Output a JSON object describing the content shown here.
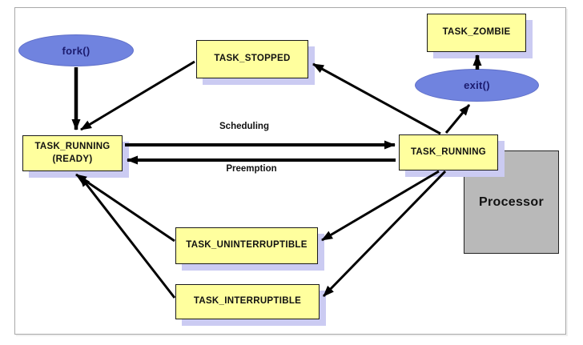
{
  "colors": {
    "state_box_fill": "#ffff9e",
    "state_box_border": "#1a1a1a",
    "shadow": "#cbcbf2",
    "ellipse_fill": "#7083df",
    "ellipse_text": "#1b1b6e",
    "processor_fill": "#b9b9b9",
    "arrow": "#000000",
    "frame_border": "#a9a9a9"
  },
  "diagram": {
    "nodes": {
      "fork": {
        "label": "fork()",
        "shape": "ellipse"
      },
      "task_stopped": {
        "label": "TASK_STOPPED",
        "shape": "rect"
      },
      "task_zombie": {
        "label": "TASK_ZOMBIE",
        "shape": "rect"
      },
      "exit": {
        "label": "exit()",
        "shape": "ellipse"
      },
      "task_running_ready": {
        "line1": "TASK_RUNNING",
        "line2": "(READY)",
        "shape": "rect"
      },
      "task_running": {
        "label": "TASK_RUNNING",
        "shape": "rect"
      },
      "processor": {
        "label": "Processor",
        "shape": "rect"
      },
      "task_uninterruptible": {
        "label": "TASK_UNINTERRUPTIBLE",
        "shape": "rect"
      },
      "task_interruptible": {
        "label": "TASK_INTERRUPTIBLE",
        "shape": "rect"
      }
    },
    "edge_labels": {
      "scheduling": "Scheduling",
      "preemption": "Preemption"
    },
    "edges": [
      {
        "from": "fork",
        "to": "task_running_ready",
        "label": ""
      },
      {
        "from": "task_stopped",
        "to": "task_running_ready",
        "label": ""
      },
      {
        "from": "task_running",
        "to": "task_stopped",
        "label": ""
      },
      {
        "from": "task_running",
        "to": "exit",
        "label": ""
      },
      {
        "from": "exit",
        "to": "task_zombie",
        "label": ""
      },
      {
        "from": "task_running_ready",
        "to": "task_running",
        "label": "Scheduling"
      },
      {
        "from": "task_running",
        "to": "task_running_ready",
        "label": "Preemption"
      },
      {
        "from": "task_uninterruptible",
        "to": "task_running_ready",
        "label": ""
      },
      {
        "from": "task_interruptible",
        "to": "task_running_ready",
        "label": ""
      },
      {
        "from": "task_running",
        "to": "task_uninterruptible",
        "label": ""
      },
      {
        "from": "task_running",
        "to": "task_interruptible",
        "label": ""
      }
    ]
  }
}
